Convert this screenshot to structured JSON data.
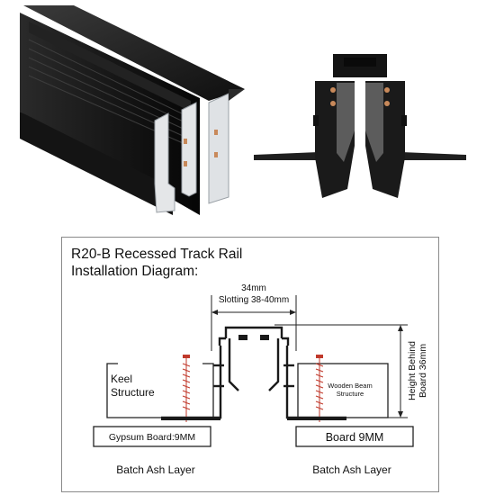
{
  "diagram": {
    "title_line1": "R20-B Recessed Track Rail",
    "title_line2": "Installation Diagram:",
    "width_label": "34mm",
    "slotting_label": "Slotting 38-40mm",
    "height_label_line1": "Height Behind",
    "height_label_line2": "Board 36mm",
    "keel_label_line1": "Keel",
    "keel_label_line2": "Structure",
    "wooden_beam_line1": "Wooden Beam",
    "wooden_beam_line2": "Structure",
    "gypsum_board_label": "Gypsum Board:9MM",
    "board_label": "Board 9MM",
    "batch_ash_left": "Batch Ash Layer",
    "batch_ash_right": "Batch Ash Layer"
  },
  "colors": {
    "rail_black": "#1a1a1a",
    "aluminium": "#d9dcdf",
    "contact_copper": "#c8895a",
    "screw_red": "#c0392b",
    "frame_gray": "#8a8a8a"
  }
}
